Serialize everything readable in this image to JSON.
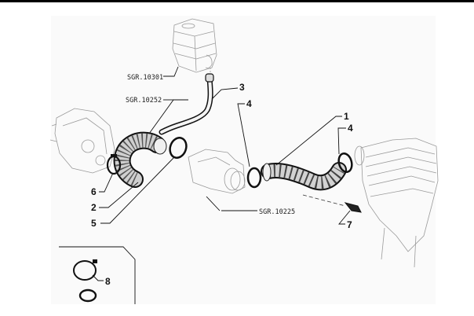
{
  "diagram": {
    "title": "Air intake hoses exploded parts view",
    "callouts": [
      {
        "id": "1",
        "label": "1"
      },
      {
        "id": "2",
        "label": "2"
      },
      {
        "id": "3",
        "label": "3"
      },
      {
        "id": "4a",
        "label": "4"
      },
      {
        "id": "4b",
        "label": "4"
      },
      {
        "id": "5",
        "label": "5"
      },
      {
        "id": "6",
        "label": "6"
      },
      {
        "id": "7",
        "label": "7"
      },
      {
        "id": "8",
        "label": "8"
      }
    ],
    "references": [
      {
        "id": "sgr-10301",
        "label": "SGR.10301"
      },
      {
        "id": "sgr-10252",
        "label": "SGR.10252"
      },
      {
        "id": "sgr-10225",
        "label": "SGR.10225"
      }
    ]
  }
}
